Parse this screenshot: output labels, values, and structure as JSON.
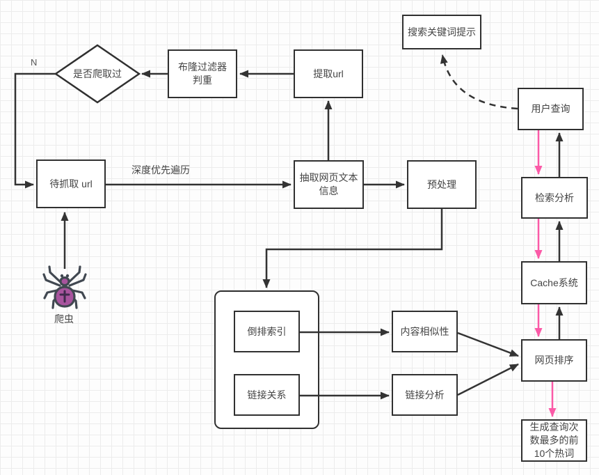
{
  "diagram_title": "search-engine-crawler-flowchart",
  "colors": {
    "node_stroke": "#303030",
    "text": "#444444",
    "arrow_black": "#333333",
    "arrow_pink": "#fb5aa7",
    "grid_line": "#ececec",
    "spider_body": "#a8549e",
    "spider_outline": "#414851"
  },
  "nodes": {
    "decision_crawled": {
      "label": "是否爬取过"
    },
    "bloom_filter": {
      "lines": [
        "布隆过滤器",
        "判重"
      ]
    },
    "extract_url": {
      "label": "提取url"
    },
    "keyword_hint": {
      "label": "搜索关键词提示"
    },
    "user_query": {
      "label": "用户查询"
    },
    "pending_url": {
      "label": "待抓取 url"
    },
    "extract_text": {
      "lines": [
        "抽取网页文本",
        "信息"
      ]
    },
    "preprocess": {
      "label": "预处理"
    },
    "retrieval_analysis": {
      "label": "检索分析"
    },
    "cache_system": {
      "label": "Cache系统"
    },
    "index_store": {
      "inner": [
        "倒排索引",
        "链接关系"
      ]
    },
    "inverted_index": {
      "label": "倒排索引"
    },
    "link_relation": {
      "label": "链接关系"
    },
    "content_similarity": {
      "label": "内容相似性"
    },
    "link_analysis": {
      "label": "链接分析"
    },
    "page_rank": {
      "label": "网页排序"
    },
    "hot_words": {
      "lines": [
        "生成查询次",
        "数最多的前",
        "10个热词"
      ]
    },
    "crawler": {
      "label": "爬虫"
    }
  },
  "edge_labels": {
    "no_branch": "N",
    "dfs": "深度优先遍历"
  }
}
